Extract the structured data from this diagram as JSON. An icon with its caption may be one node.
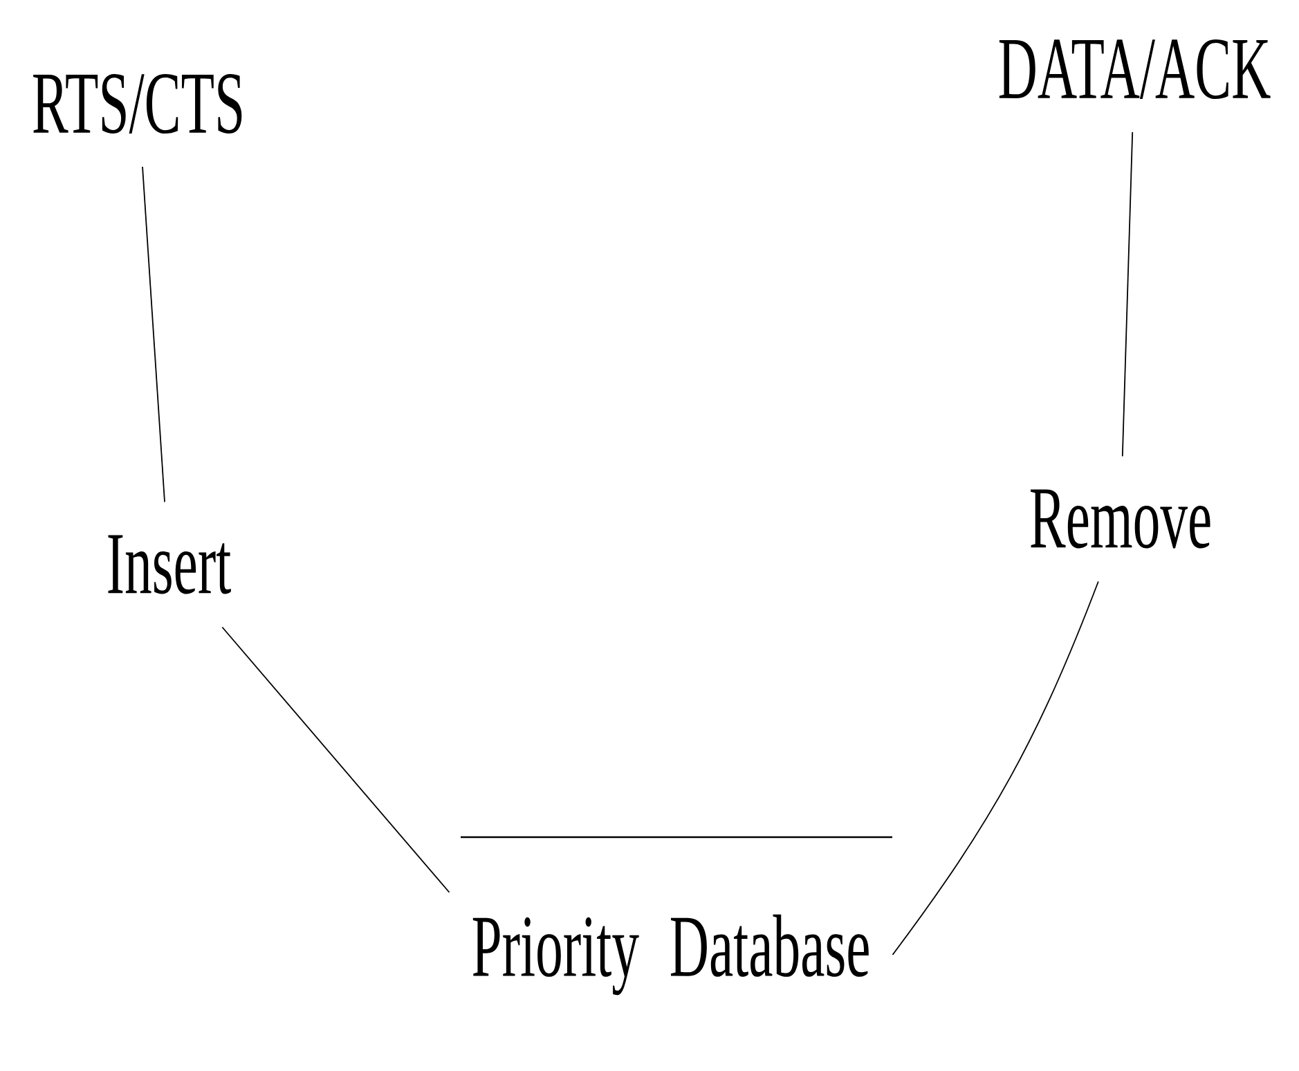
{
  "diagram": {
    "nodes": [
      {
        "text": [
          "RTS/CTS"
        ]
      },
      {
        "text": [
          "DATA/ACK"
        ]
      },
      {
        "text": [
          "Insert"
        ]
      },
      {
        "text": [
          "Remove"
        ]
      },
      {
        "text": [
          "Priority Database"
        ]
      }
    ],
    "edges": [
      {
        "from": 0,
        "to": 2,
        "arrow": "none"
      },
      {
        "from": 1,
        "to": 3,
        "arrow": "none"
      },
      {
        "from": 2,
        "to": 4,
        "arrow": "none"
      },
      {
        "from": 3,
        "to": 4,
        "arrow": "none"
      }
    ]
  }
}
